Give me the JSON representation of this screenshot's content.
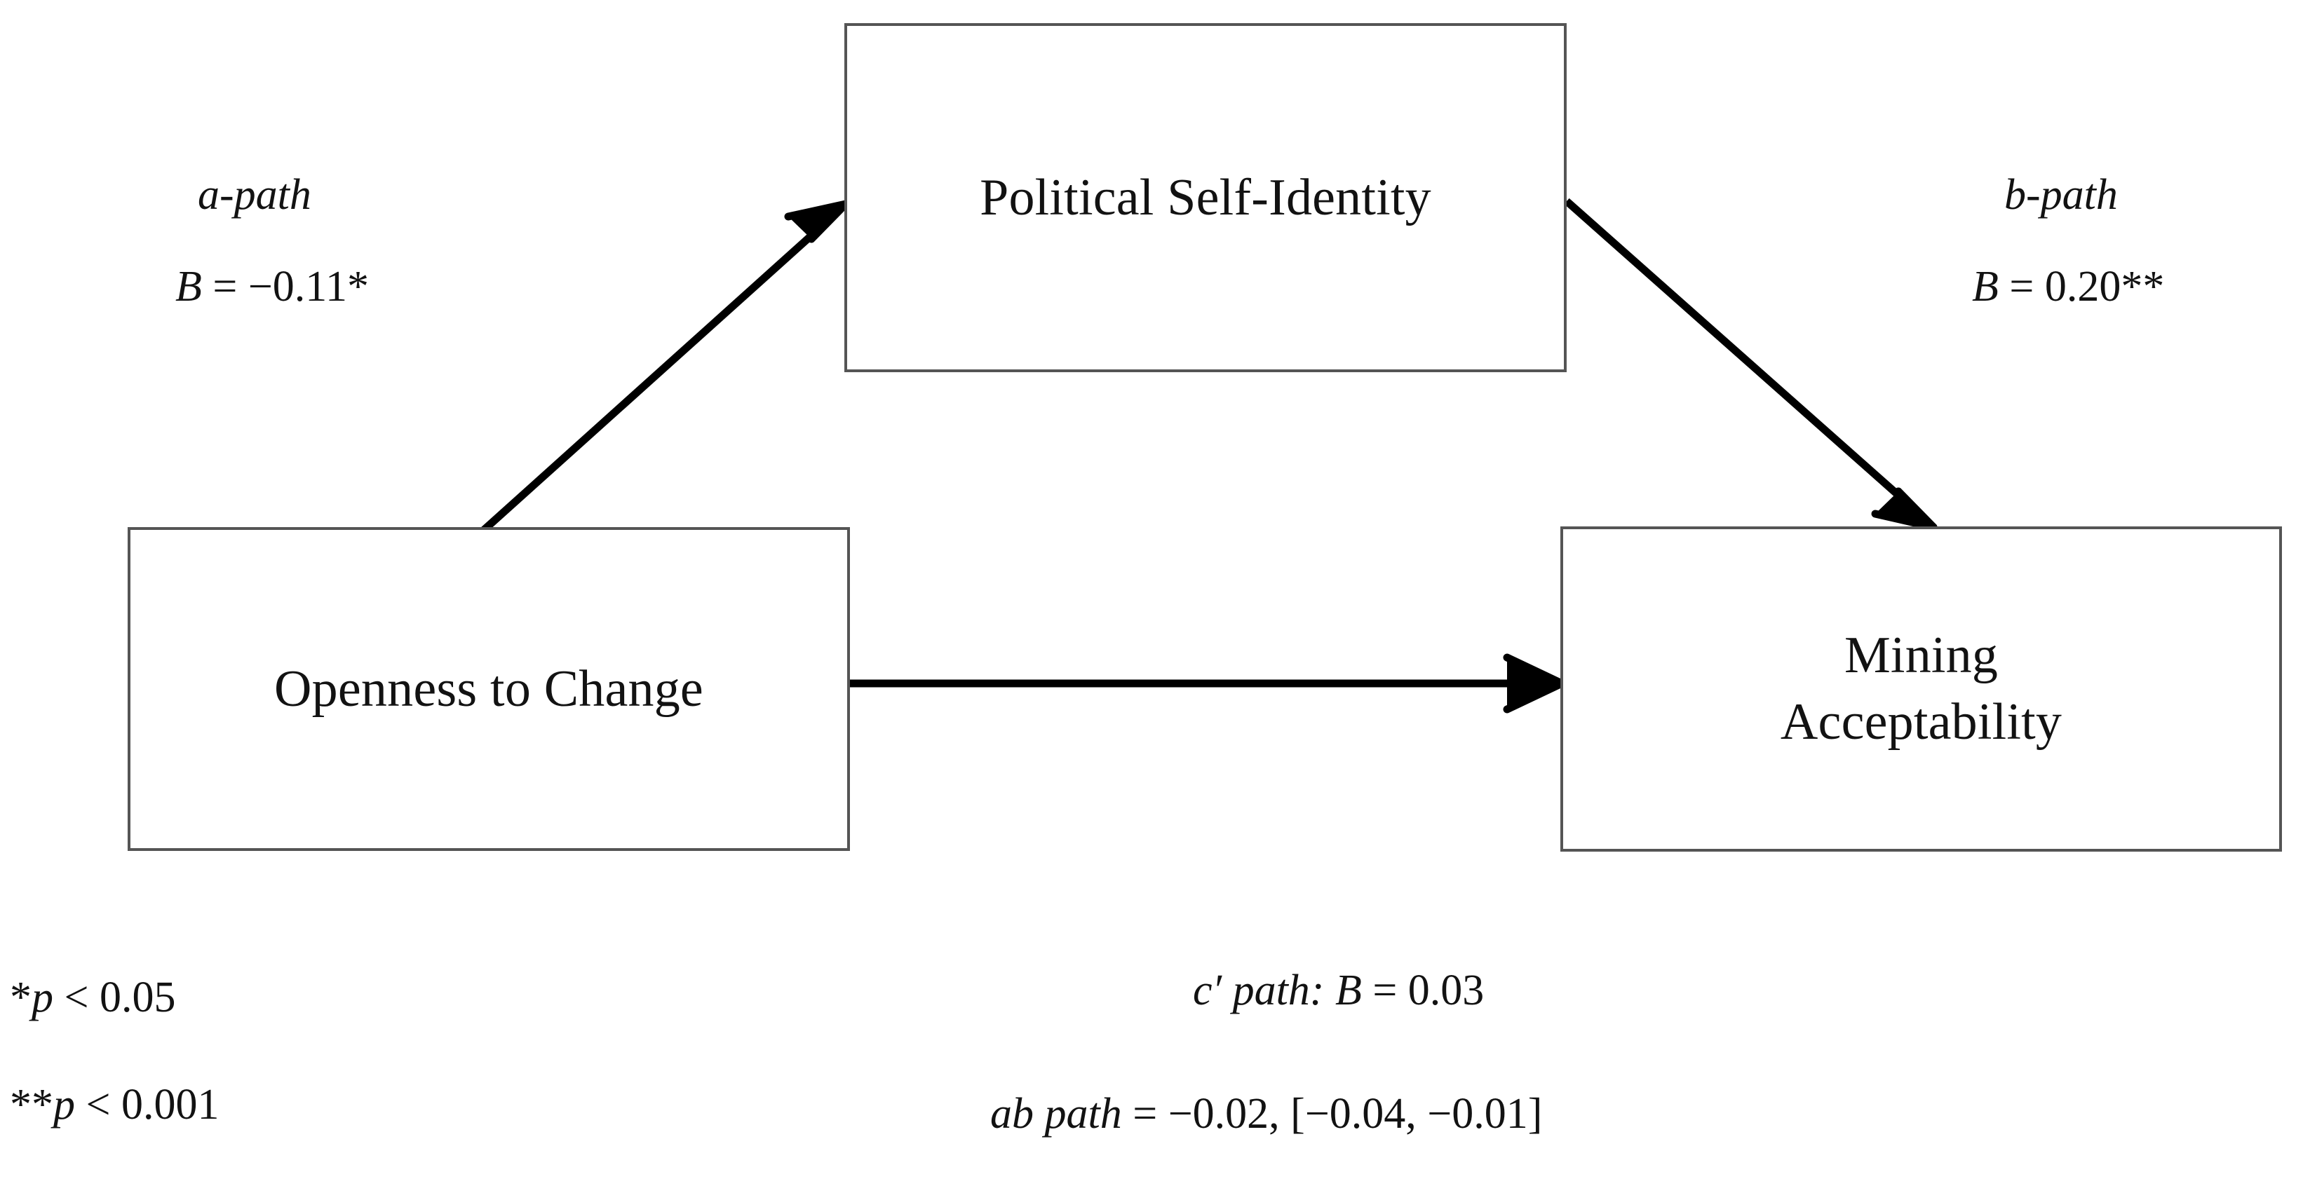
{
  "diagram": {
    "type": "mediation-path-diagram",
    "nodes": [
      {
        "id": "mediator",
        "label": "Political Self-Identity"
      },
      {
        "id": "predictor",
        "label": "Openness to Change"
      },
      {
        "id": "outcome",
        "label": "Mining\nAcceptability"
      }
    ],
    "paths": {
      "a": {
        "name": "a-path",
        "coefficient_symbol": "B",
        "equals": "=",
        "value": "−0.11",
        "significance": "*",
        "value_text": "B = −0.11*",
        "from": "predictor",
        "to": "mediator"
      },
      "b": {
        "name": "b-path",
        "coefficient_symbol": "B",
        "equals": "=",
        "value": "0.20",
        "significance": "**",
        "value_text": "B = 0.20**",
        "from": "mediator",
        "to": "outcome"
      },
      "c_prime": {
        "name": "c′ path:",
        "coefficient_symbol": "B",
        "equals": "=",
        "value": "0.03",
        "significance": "",
        "full_text": "c′ path: B = 0.03",
        "from": "predictor",
        "to": "outcome"
      },
      "ab": {
        "name": "ab path",
        "equals": "=",
        "value": "−0.02",
        "ci_lower": "−0.04",
        "ci_upper": "−0.01",
        "ci_text": "[−0.04, −0.01]",
        "full_text": "ab path = −0.02, [−0.04, −0.01]"
      }
    },
    "footnotes": [
      {
        "stars": "*",
        "statistic": "p",
        "operator": "<",
        "threshold": "0.05",
        "full_text": "*p < 0.05"
      },
      {
        "stars": "**",
        "statistic": "p",
        "operator": "<",
        "threshold": "0.001",
        "full_text": "**p < 0.001"
      }
    ],
    "colors": {
      "background": "#ffffff",
      "box_border": "#555555",
      "text": "#121212",
      "arrow": "#000000"
    }
  }
}
